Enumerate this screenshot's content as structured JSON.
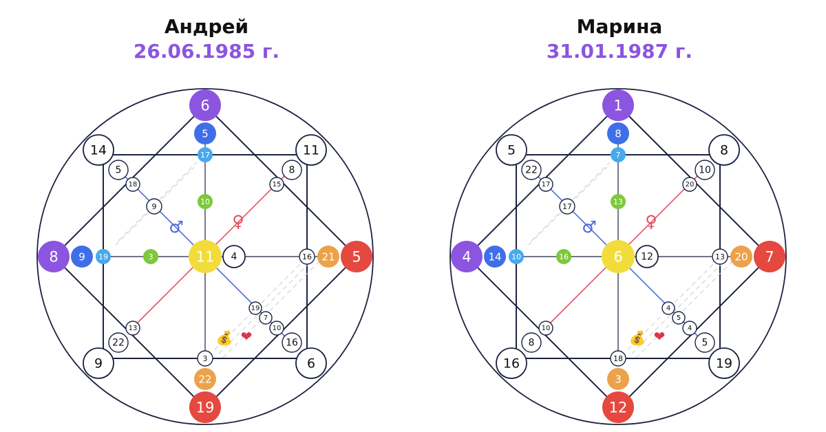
{
  "colors": {
    "purple": "#8b55e0",
    "blue": "#3f6fe6",
    "light_blue": "#45a9ee",
    "green": "#7dc83c",
    "yellow": "#f1dc3c",
    "orange": "#eca24a",
    "red": "#e5483f",
    "line": "#1b2240",
    "male_line": "#4a6ad8",
    "female_line": "#e2505f",
    "date": "#8b55e0"
  },
  "persons": [
    {
      "name": "Андрей",
      "date": "26.06.1985 г.",
      "top": [
        "6",
        "5",
        "17",
        "10"
      ],
      "left": [
        "8",
        "9",
        "19",
        "3"
      ],
      "center": "11",
      "right": [
        "5",
        "21",
        "16",
        "4"
      ],
      "bottom": [
        "19",
        "22",
        "3"
      ],
      "corner_tl": [
        "14",
        "5",
        "18",
        "9"
      ],
      "corner_tr": [
        "11",
        "8",
        "15"
      ],
      "corner_bl": [
        "9",
        "22",
        "13"
      ],
      "corner_br": [
        "6",
        "16",
        "10",
        "7",
        "19"
      ],
      "male_symbol": "♂",
      "female_symbol": "♀",
      "money_icon": "💰",
      "heart_icon": "❤"
    },
    {
      "name": "Марина",
      "date": "31.01.1987 г.",
      "top": [
        "1",
        "8",
        "7",
        "13"
      ],
      "left": [
        "4",
        "14",
        "10",
        "16"
      ],
      "center": "6",
      "right": [
        "7",
        "20",
        "13",
        "12"
      ],
      "bottom": [
        "12",
        "3",
        "18"
      ],
      "corner_tl": [
        "5",
        "22",
        "17",
        "17"
      ],
      "corner_tr": [
        "8",
        "10",
        "20"
      ],
      "corner_bl": [
        "16",
        "8",
        "10"
      ],
      "corner_br": [
        "19",
        "5",
        "4",
        "5",
        "4"
      ],
      "male_symbol": "♂",
      "female_symbol": "♀",
      "money_icon": "💰",
      "heart_icon": "❤"
    }
  ]
}
